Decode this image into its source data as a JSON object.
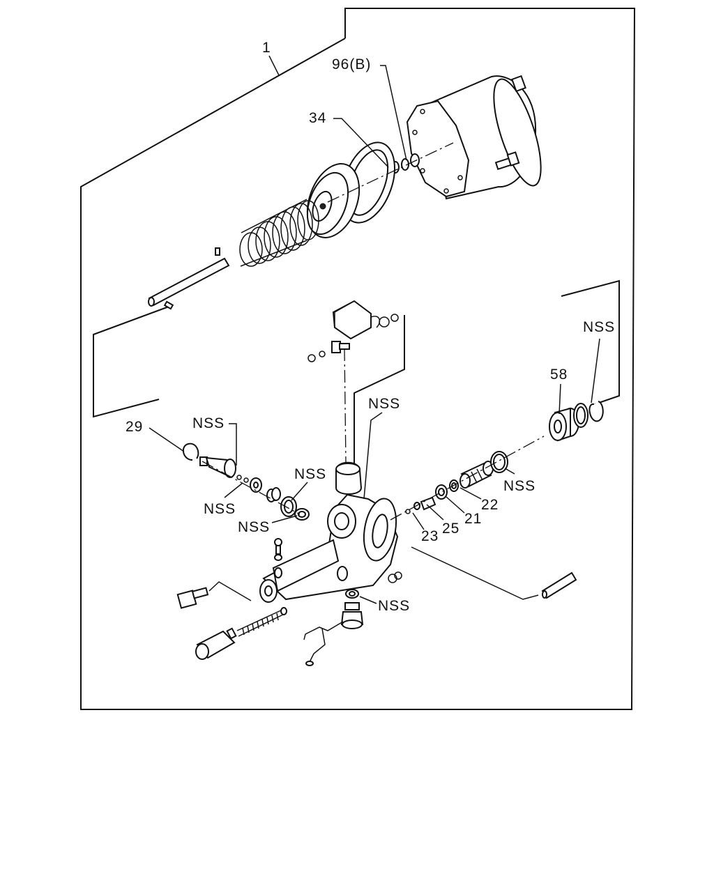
{
  "callouts": [
    {
      "id": "c1",
      "text": "1"
    },
    {
      "id": "c96b",
      "text": "96(B)"
    },
    {
      "id": "c34",
      "text": "34"
    },
    {
      "id": "cnss_top_right",
      "text": "NSS"
    },
    {
      "id": "c58",
      "text": "58"
    },
    {
      "id": "cnss_center",
      "text": "NSS"
    },
    {
      "id": "c29",
      "text": "29"
    },
    {
      "id": "cnss_upper_left",
      "text": "NSS"
    },
    {
      "id": "cnss_mid",
      "text": "NSS"
    },
    {
      "id": "cnss_left_low",
      "text": "NSS"
    },
    {
      "id": "cnss_left_ring",
      "text": "NSS"
    },
    {
      "id": "cnss_right_ring",
      "text": "NSS"
    },
    {
      "id": "c22",
      "text": "22"
    },
    {
      "id": "c21",
      "text": "21"
    },
    {
      "id": "c25",
      "text": "25"
    },
    {
      "id": "c23",
      "text": "23"
    },
    {
      "id": "cnss_bottom",
      "text": "NSS"
    }
  ]
}
